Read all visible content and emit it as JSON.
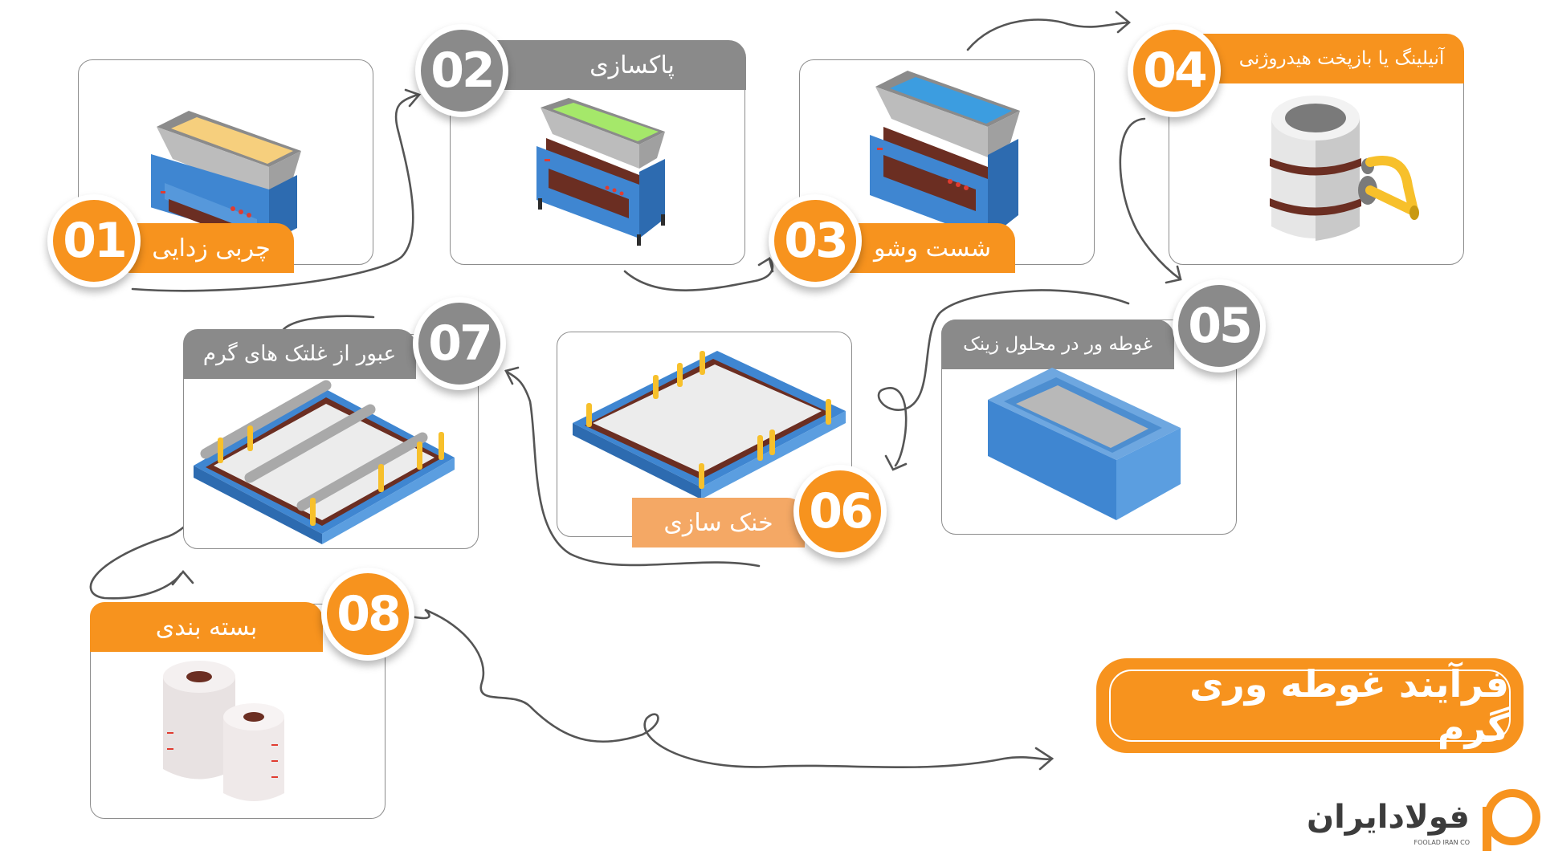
{
  "title": "فرآیند غوطه وری گرم",
  "logo": {
    "name": "فولادایران",
    "subtitle": "FOOLAD IRAN CO"
  },
  "steps": [
    {
      "number": "01",
      "label": "چربی زدایی"
    },
    {
      "number": "02",
      "label": "پاکسازی"
    },
    {
      "number": "03",
      "label": "شست وشو"
    },
    {
      "number": "04",
      "label": "آنیلینگ یا بازپخت هیدروژنی"
    },
    {
      "number": "05",
      "label": "غوطه ور در محلول زینک"
    },
    {
      "number": "06",
      "label": "خنک سازی"
    },
    {
      "number": "07",
      "label": "عبور از غلتک های گرم"
    },
    {
      "number": "08",
      "label": "بسته بندی"
    }
  ],
  "colors": {
    "orange": "#f7931e",
    "gray": "#8a8a8a",
    "peach": "#f4a865",
    "tank_blue": "#3f86d1",
    "tank_brown": "#6b2e22"
  },
  "icons": [
    "degreasing-tank-icon",
    "cleaning-tank-icon",
    "washing-tank-icon",
    "annealing-furnace-icon",
    "zinc-bath-icon",
    "cooling-conveyor-icon",
    "hot-rollers-icon",
    "steel-coil-rolls-icon"
  ]
}
